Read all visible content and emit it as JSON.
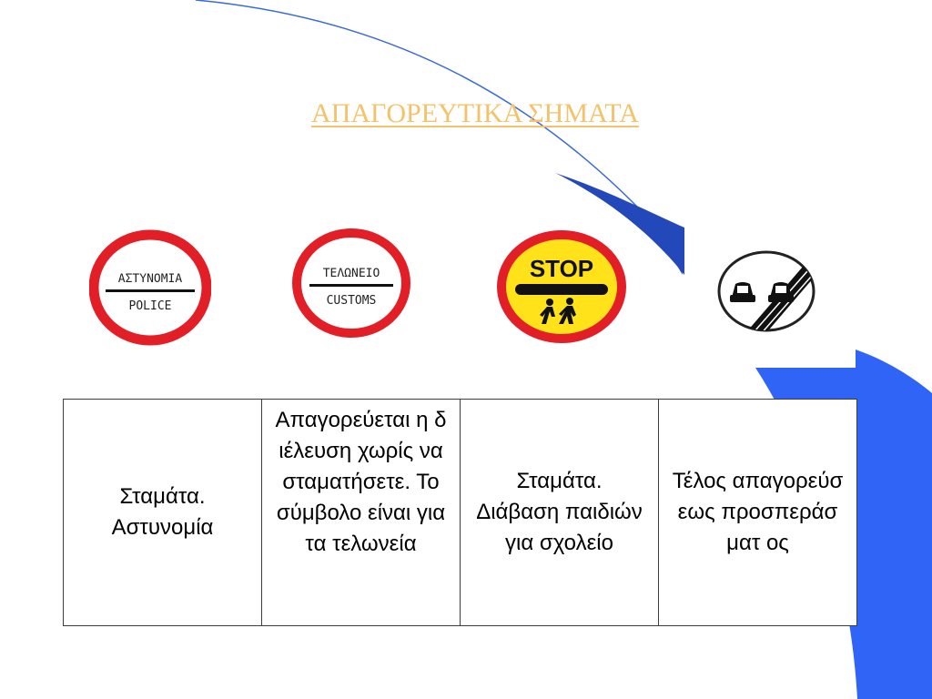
{
  "slide": {
    "title": "ΑΠΑΓΟΡΕΥΤΙΚΑ ΣΗΜΑΤΑ",
    "accent_color": "#f3c26a",
    "decor_blue": "#2f64f7",
    "decor_line": "#3a6ad8"
  },
  "signs": [
    {
      "icon": "police-stop-sign-icon",
      "top_text": "ΑΣΤΥΝΟΜΙΑ",
      "bottom_text": "POLICE"
    },
    {
      "icon": "customs-stop-sign-icon",
      "top_text": "ΤΕΛΩΝΕΙΟ",
      "bottom_text": "CUSTOMS"
    },
    {
      "icon": "school-crossing-stop-sign-icon",
      "top_text": "STOP"
    },
    {
      "icon": "end-of-no-overtaking-sign-icon"
    }
  ],
  "table": {
    "cells": [
      "Σταμάτα.\nΑστυνομία",
      "Απαγορεύεται η διέλευση χωρίς να σταματήσετε. Το σύμβολο είναι για τα τελωνεία",
      "Σταμάτα.\nΔιάβαση παιδιών για σχολείο",
      "Τέλος απαγορεύσεως προσπεράσματ ος"
    ]
  }
}
